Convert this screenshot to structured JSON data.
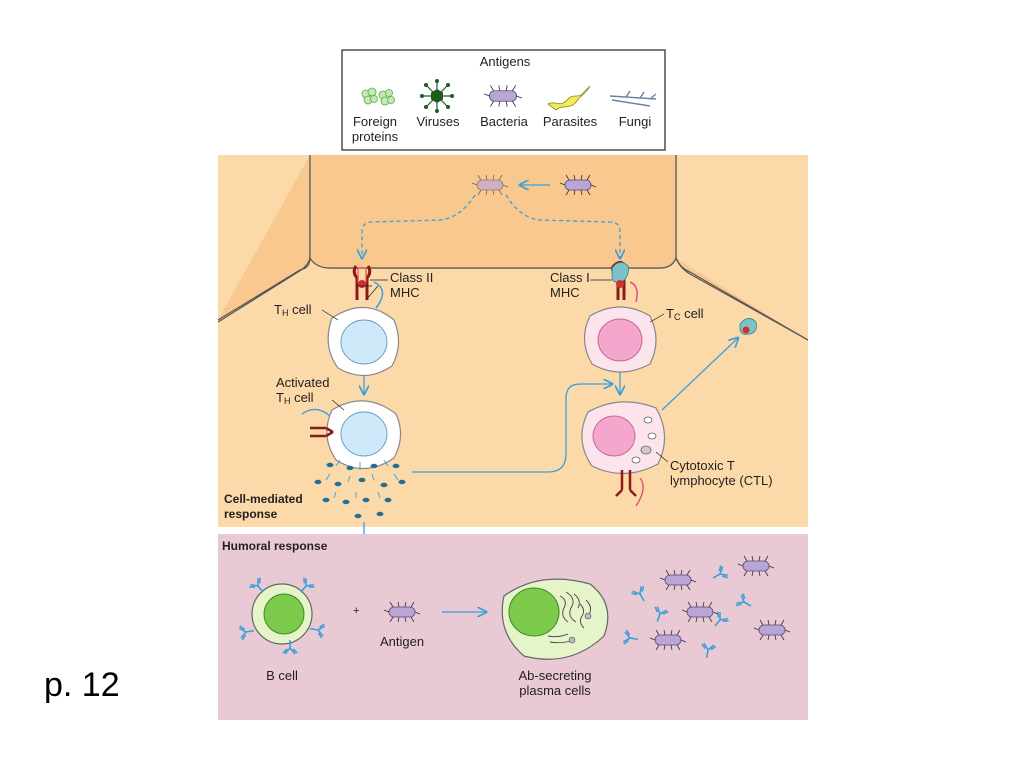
{
  "legend": {
    "title": "Antigens",
    "items": [
      {
        "name": "foreign-proteins",
        "label": "Foreign\nproteins"
      },
      {
        "name": "viruses",
        "label": "Viruses"
      },
      {
        "name": "bacteria",
        "label": "Bacteria"
      },
      {
        "name": "parasites",
        "label": "Parasites"
      },
      {
        "name": "fungi",
        "label": "Fungi"
      }
    ]
  },
  "cell_mediated": {
    "class2": "Class II\nMHC",
    "class1": "Class I\nMHC",
    "th_cell": "T",
    "th_sub": "H",
    "th_suffix": " cell",
    "tc_cell": "T",
    "tc_sub": "C",
    "tc_suffix": " cell",
    "activated": "Activated",
    "activated_t": "T",
    "activated_sub": "H",
    "activated_suffix": " cell",
    "ctl": "Cytotoxic T\nlymphocyte (CTL)",
    "section_title": "Cell-mediated\nresponse"
  },
  "humoral": {
    "section_title": "Humoral response",
    "b_cell": "B cell",
    "plus": "+",
    "antigen": "Antigen",
    "plasma": "Ab-secreting\nplasma cells"
  },
  "page_label": "p. 12",
  "colors": {
    "peach": "#fcd9a8",
    "peach_dark": "#f9c88f",
    "pink_panel": "#e9c9d4",
    "arrow": "#3aa0dc",
    "bacteria": "#b9a6d6",
    "mhc": "#8b1a1a",
    "cell_blue": "#cde9fa",
    "cell_pink": "#f4a6cc",
    "bcell_green": "#7ccb4d"
  }
}
